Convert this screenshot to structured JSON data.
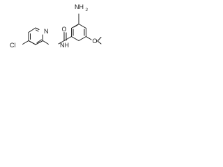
{
  "molecule": {
    "labels": {
      "cl": "Cl",
      "n_pyridine": "N",
      "nh": "NH",
      "o_carbonyl": "O",
      "nh2": "NH",
      "nh2_subscript": "2",
      "o_methoxy": "O"
    }
  },
  "colors": {
    "bond": "#1a1a1a",
    "text": "#1a1a1a",
    "background": "#ffffff"
  }
}
